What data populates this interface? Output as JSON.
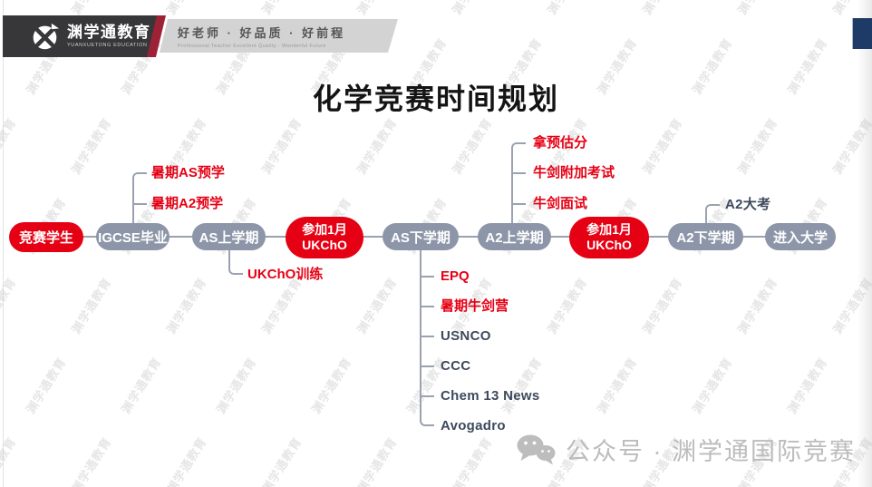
{
  "header": {
    "logo_text": "渊学通教育",
    "logo_subtext": "YUANXUETONG EDUCATION",
    "slogan": "好老师 · 好品质 · 好前程",
    "slogan_sub": "Professional Teacher Excellent Quality · Wonderful Future"
  },
  "title": "化学竞赛时间规划",
  "watermark": {
    "text": "渊学通教育"
  },
  "colors": {
    "accent_red": "#e60014",
    "node_gray": "#8d96a8",
    "connector_gray": "#9aa2b0",
    "dark_label": "#3d4a5c",
    "navy_corner": "#1e3a66"
  },
  "timeline": {
    "nodes": [
      {
        "label": "竞赛学生",
        "type": "red"
      },
      {
        "label": "IGCSE毕业",
        "type": "gray"
      },
      {
        "label": "AS上学期",
        "type": "gray"
      },
      {
        "label": "参加1月",
        "label2": "UKChO",
        "type": "red-big"
      },
      {
        "label": "AS下学期",
        "type": "gray"
      },
      {
        "label": "A2上学期",
        "type": "gray"
      },
      {
        "label": "参加1月",
        "label2": "UKChO",
        "type": "red-big"
      },
      {
        "label": "A2下学期",
        "type": "gray"
      },
      {
        "label": "进入大学",
        "type": "gray"
      }
    ],
    "branches": {
      "igcse_top": [
        "暑期AS预学",
        "暑期A2预学"
      ],
      "as1_bottom": [
        "UKChO训练"
      ],
      "a2_first_top": [
        "拿预估分",
        "牛剑附加考试",
        "牛剑面试"
      ],
      "a2_second_top": [
        "A2大考"
      ],
      "as2_bottom": [
        "EPQ",
        "暑期牛剑营",
        "USNCO",
        "CCC",
        "Chem 13 News",
        "Avogadro"
      ]
    }
  },
  "footer": {
    "wechat_label": "公众号 · 渊学通国际竞赛"
  }
}
